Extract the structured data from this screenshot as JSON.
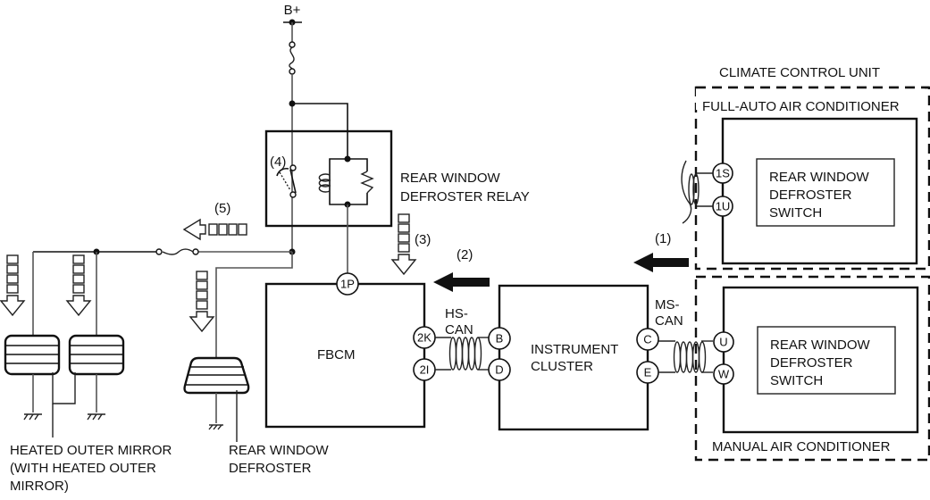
{
  "diagram": {
    "title": "Rear Window Defroster System Wiring Diagram",
    "supply": "B+",
    "relay": {
      "label_line1": "REAR WINDOW",
      "label_line2": "DEFROSTER RELAY"
    },
    "fbcm": {
      "label": "FBCM",
      "pins": [
        "1P",
        "2K",
        "2I"
      ]
    },
    "instrument_cluster": {
      "label_line1": "INSTRUMENT",
      "label_line2": "CLUSTER",
      "pins": [
        "B",
        "D",
        "C",
        "E"
      ]
    },
    "hs_can": {
      "line1": "HS-",
      "line2": "CAN"
    },
    "ms_can": {
      "line1": "MS-",
      "line2": "CAN"
    },
    "climate_control_unit": {
      "title": "CLIMATE CONTROL UNIT",
      "full_auto": {
        "label": "FULL-AUTO AIR CONDITIONER",
        "pins": [
          "1S",
          "1U"
        ],
        "switch_line1": "REAR WINDOW",
        "switch_line2": "DEFROSTER",
        "switch_line3": "SWITCH"
      },
      "manual": {
        "label": "MANUAL AIR CONDITIONER",
        "pins": [
          "U",
          "W"
        ],
        "switch_line1": "REAR WINDOW",
        "switch_line2": "DEFROSTER",
        "switch_line3": "SWITCH"
      }
    },
    "rear_defroster": {
      "label_line1": "REAR WINDOW",
      "label_line2": "DEFROSTER"
    },
    "heated_mirror": {
      "label_line1": "HEATED OUTER MIRROR",
      "label_line2": "(WITH HEATED OUTER",
      "label_line3": "MIRROR)"
    },
    "steps": [
      "(1)",
      "(2)",
      "(3)",
      "(4)",
      "(5)"
    ]
  }
}
